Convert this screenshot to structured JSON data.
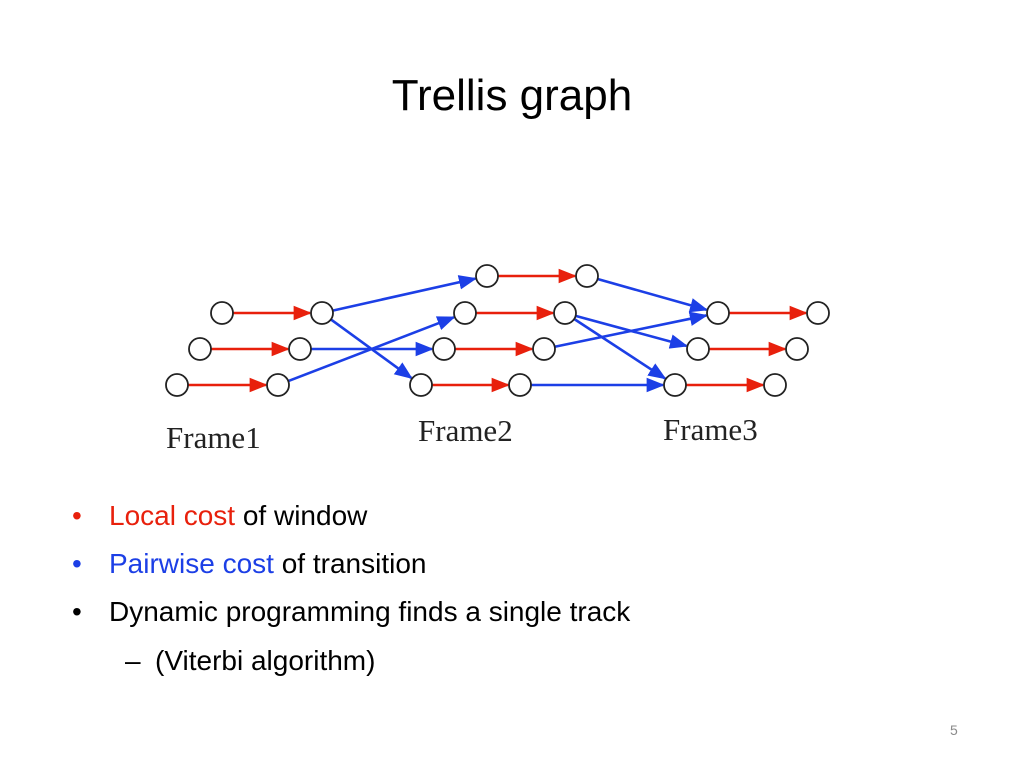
{
  "slide": {
    "title": "Trellis graph",
    "page_number": "5"
  },
  "colors": {
    "local_cost": "#e8200c",
    "pairwise_cost": "#1c3fe6",
    "node_stroke": "#222222",
    "text": "#000000"
  },
  "diagram": {
    "frame_labels": [
      "Frame1",
      "Frame2",
      "Frame3"
    ],
    "frames": [
      {
        "label": "Frame1",
        "windows": 3
      },
      {
        "label": "Frame2",
        "windows": 4
      },
      {
        "label": "Frame3",
        "windows": 3
      }
    ],
    "pairwise_transitions": [
      {
        "from": "Frame1 window 1",
        "to": "Frame2 window 1"
      },
      {
        "from": "Frame1 window 1",
        "to": "Frame2 window 4"
      },
      {
        "from": "Frame1 window 2",
        "to": "Frame2 window 3"
      },
      {
        "from": "Frame1 window 3",
        "to": "Frame2 window 2"
      },
      {
        "from": "Frame2 window 1",
        "to": "Frame3 window 1"
      },
      {
        "from": "Frame2 window 2",
        "to": "Frame3 window 2"
      },
      {
        "from": "Frame2 window 2",
        "to": "Frame3 window 3"
      },
      {
        "from": "Frame2 window 3",
        "to": "Frame3 window 1"
      },
      {
        "from": "Frame2 window 4",
        "to": "Frame3 window 3"
      }
    ]
  },
  "bullets": [
    {
      "marker": "•",
      "highlight": "Local cost",
      "highlight_color": "#e8200c",
      "text": " of window"
    },
    {
      "marker": "•",
      "highlight": "Pairwise cost",
      "highlight_color": "#1c3fe6",
      "text": " of transition"
    },
    {
      "marker": "•",
      "highlight": "",
      "highlight_color": "",
      "text": "Dynamic programming finds a single track"
    }
  ],
  "sub_bullets": [
    {
      "marker": "–",
      "text": "(Viterbi algorithm)"
    }
  ]
}
